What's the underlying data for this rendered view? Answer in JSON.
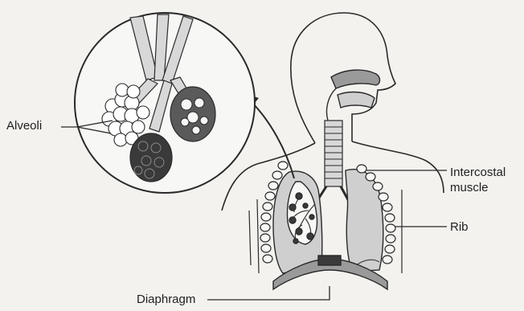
{
  "labels": {
    "alveoli": "Alveoli",
    "intercostal": "Intercostal muscle",
    "rib": "Rib",
    "diaphragm": "Diaphragm"
  },
  "colors": {
    "background": "#f3f2ee",
    "outline": "#2a2a2a",
    "lung_fill": "#cfcfcf",
    "dark_tissue": "#3a3a3a",
    "circle_fill": "#f7f7f5"
  }
}
